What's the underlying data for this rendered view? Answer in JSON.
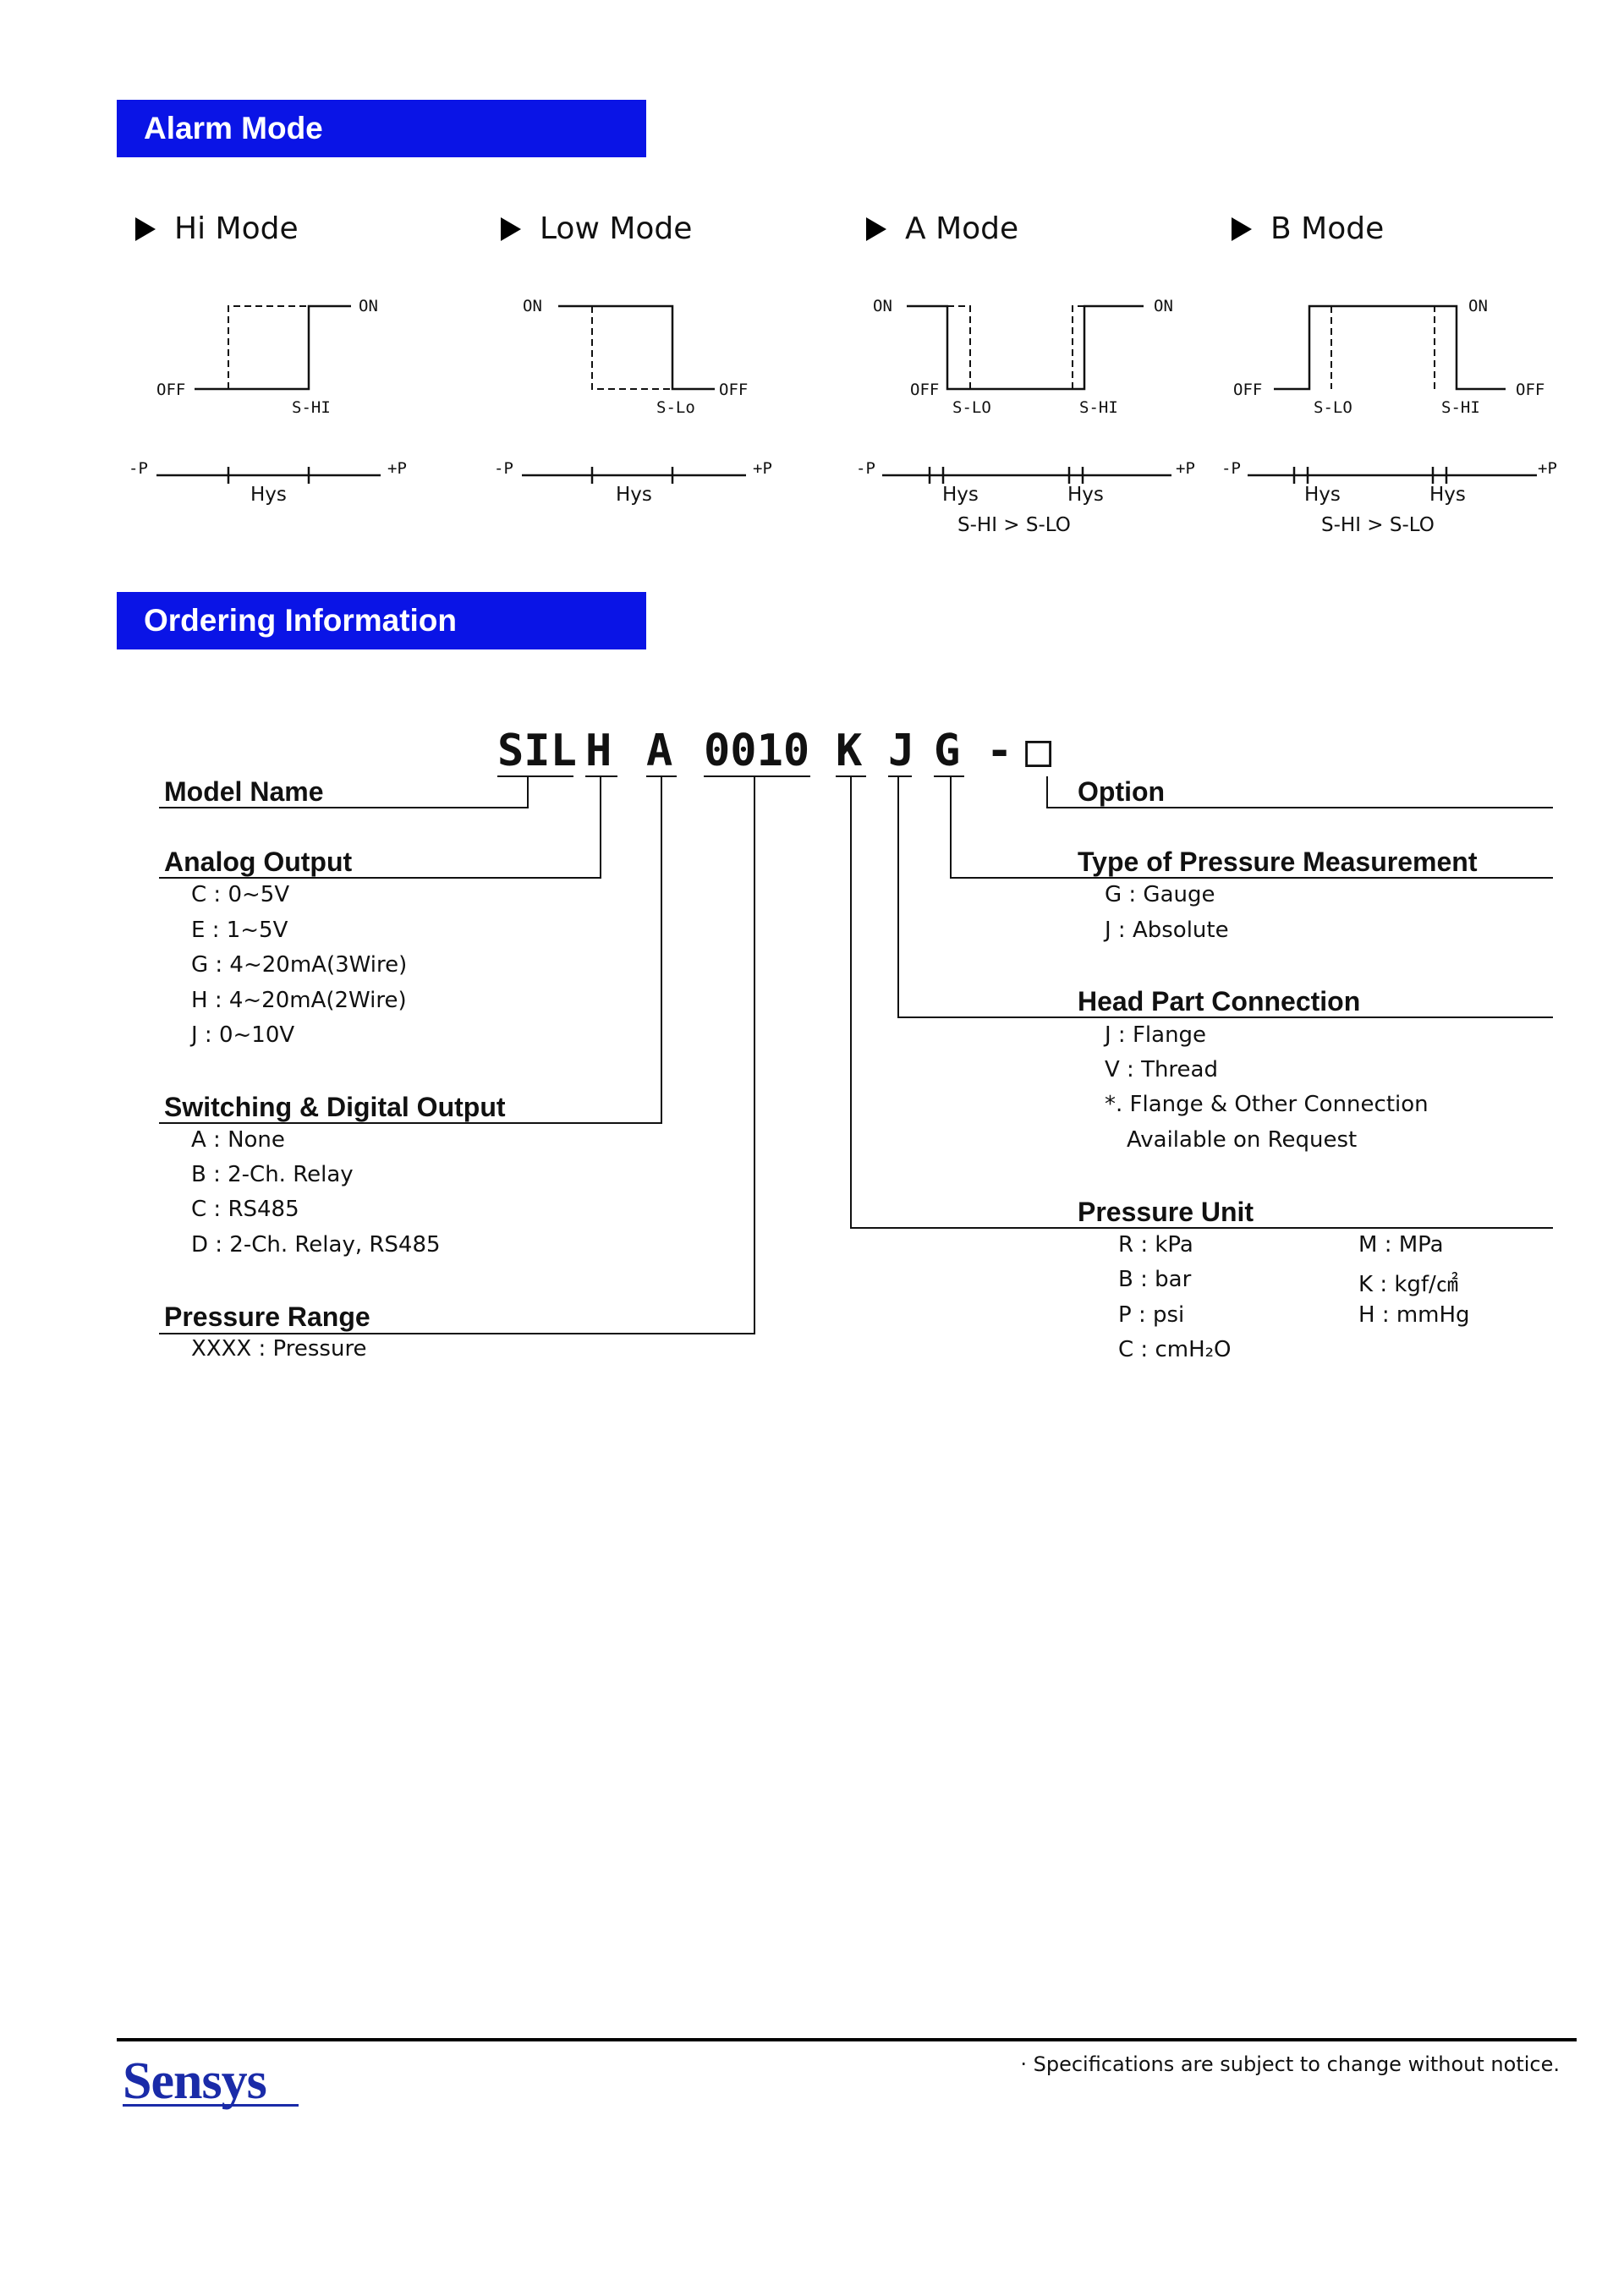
{
  "alarm_banner": "Alarm Mode",
  "ordering_banner": "Ordering Information",
  "modes": [
    {
      "title": "Hi Mode",
      "on": "ON",
      "off": "OFF",
      "setpoint1": "S-HI",
      "minus": "-P",
      "plus": "+P",
      "hys1": "Hys"
    },
    {
      "title": "Low Mode",
      "on": "ON",
      "off": "OFF",
      "setpoint1": "S-Lo",
      "minus": "-P",
      "plus": "+P",
      "hys1": "Hys"
    },
    {
      "title": "A Mode",
      "on": "ON",
      "on2": "ON",
      "off": "OFF",
      "setpoint1": "S-LO",
      "setpoint2": "S-HI",
      "minus": "-P",
      "plus": "+P",
      "hys1": "Hys",
      "hys2": "Hys",
      "cond": "S-HI > S-LO"
    },
    {
      "title": "B Mode",
      "on": "ON",
      "off": "OFF",
      "off2": "OFF",
      "setpoint1": "S-LO",
      "setpoint2": "S-HI",
      "minus": "-P",
      "plus": "+P",
      "hys1": "Hys",
      "hys2": "Hys",
      "cond": "S-HI > S-LO"
    }
  ],
  "code": {
    "model": "SIL",
    "analog": "H",
    "switch": "A",
    "range": "0010",
    "unit": "K",
    "head": "J",
    "type": "G",
    "dash": "-",
    "option": "□"
  },
  "sections": {
    "model_name": "Model Name",
    "analog_output": {
      "title": "Analog Output",
      "items": [
        "C : 0~5V",
        "E : 1~5V",
        "G : 4~20mA(3Wire)",
        "H : 4~20mA(2Wire)",
        "J : 0~10V"
      ]
    },
    "switching": {
      "title": "Switching & Digital Output",
      "items": [
        "A : None",
        "B : 2-Ch. Relay",
        "C : RS485",
        "D : 2-Ch. Relay, RS485"
      ]
    },
    "pressure_range": {
      "title": "Pressure Range",
      "items": [
        "XXXX : Pressure"
      ]
    },
    "option": "Option",
    "type_measurement": {
      "title": "Type of Pressure Measurement",
      "items": [
        "G : Gauge",
        "J : Absolute"
      ]
    },
    "head_connection": {
      "title": "Head Part Connection",
      "items": [
        "J : Flange",
        "V : Thread",
        "*. Flange & Other Connection",
        "Available on Request"
      ]
    },
    "pressure_unit": {
      "title": "Pressure Unit",
      "left": [
        "R : kPa",
        "B : bar",
        "P : psi",
        "C : cmH₂O"
      ],
      "right": [
        "M : MPa",
        "K : kgf/㎠",
        "H : mmHg"
      ]
    }
  },
  "footer": {
    "logo": "Sensys",
    "notice": "· Specifications are subject to change without notice."
  }
}
